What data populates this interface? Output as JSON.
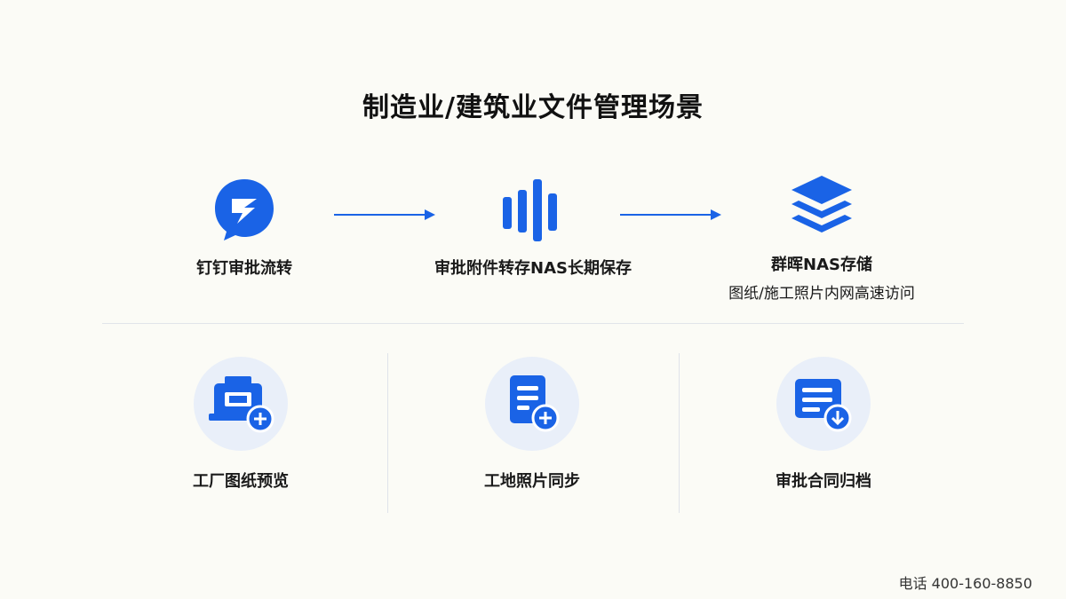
{
  "title": "制造业/建筑业文件管理场景",
  "flow": [
    {
      "label": "钉钉审批流转",
      "icon": "dingtalk-icon"
    },
    {
      "label": "审批附件转存NAS长期保存",
      "icon": "bar-chart-icon"
    },
    {
      "label": "群晖NAS存储",
      "sublabel": "图纸/施工照片内网高速访问",
      "icon": "layers-icon"
    }
  ],
  "cards": [
    {
      "label": "工厂图纸预览",
      "icon": "printer-add-icon"
    },
    {
      "label": "工地照片同步",
      "icon": "document-add-icon"
    },
    {
      "label": "审批合同归档",
      "icon": "document-download-icon"
    }
  ],
  "phone": "电话 400-160-8850",
  "colors": {
    "accent": "#1a63e6",
    "accent_light": "#e9eff9"
  }
}
